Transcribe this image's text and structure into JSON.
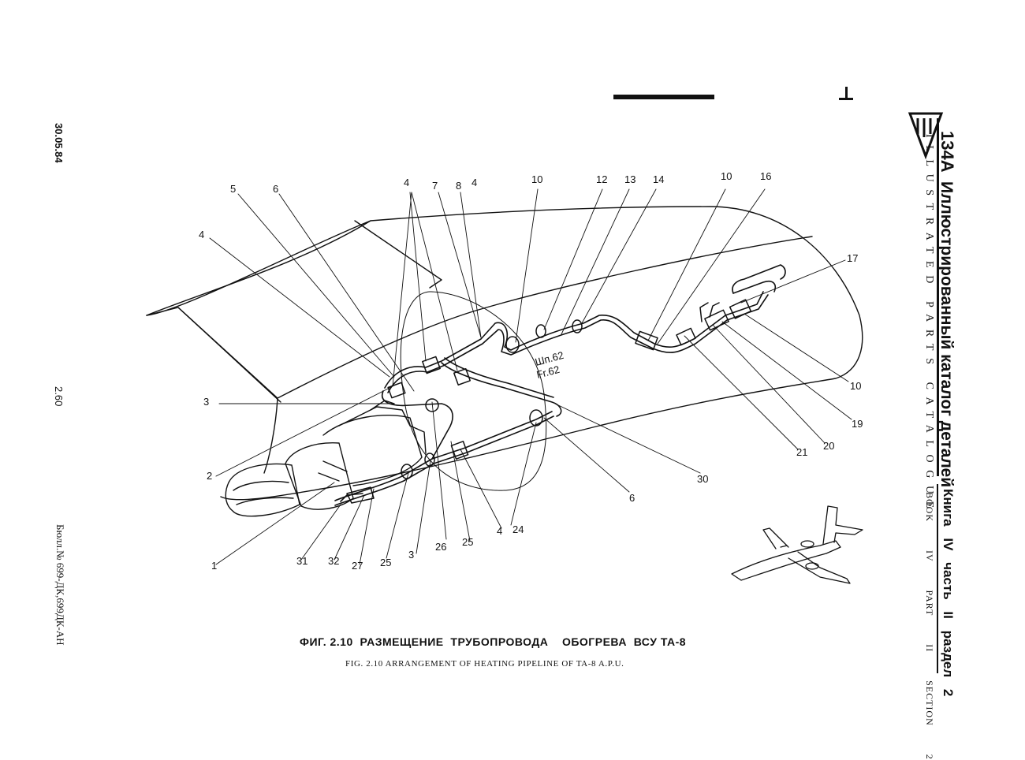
{
  "margin": {
    "date": "30.05.84",
    "page_number": "2.60",
    "bulletin": "Бюлл.№ 699-ДК,699ДК-АН"
  },
  "header": {
    "aircraft_type": "134А",
    "title_ru": "Иллюстрированный каталог деталей",
    "title_en": "ILLUSTRATED PARTS CATALOGUE",
    "book_ru": "Книга IV часть II раздел 2",
    "book_en": "BOOK IV PART II SECTION 2"
  },
  "diagram": {
    "frame_label_ru": "Шп.62",
    "frame_label_en": "Fr.62",
    "callouts": [
      "1",
      "2",
      "3",
      "3",
      "4",
      "4",
      "4",
      "4",
      "5",
      "6",
      "6",
      "7",
      "8",
      "10",
      "10",
      "10",
      "12",
      "13",
      "14",
      "16",
      "17",
      "19",
      "20",
      "21",
      "24",
      "25",
      "25",
      "26",
      "27",
      "30",
      "31",
      "32"
    ]
  },
  "caption": {
    "ru": "ФИГ. 2.10  РАЗМЕЩЕНИЕ  ТРУБОПРОВОДА    ОБОГРЕВА  ВСУ ТА-8",
    "en": "FIG. 2.10 ARRANGEMENT OF HEATING PIPELINE OF TA-8 A.P.U."
  }
}
